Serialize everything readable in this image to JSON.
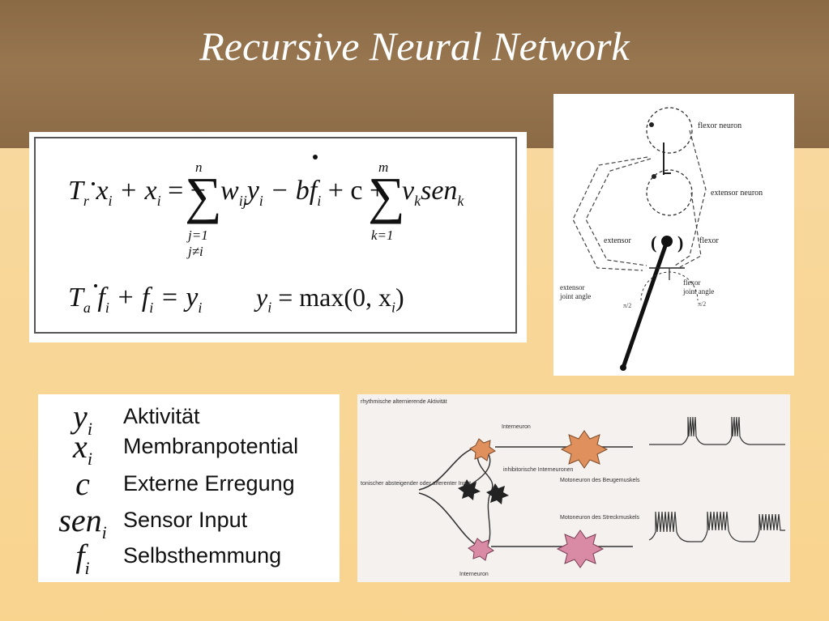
{
  "slide": {
    "title": "Recursive Neural Network"
  },
  "equations": {
    "eq1_lhs": "T",
    "eq1_lhs_sub": "r",
    "eq1_xdot": "x",
    "eq1_xdot_sub": "i",
    "eq1_plus_x": "+ x",
    "eq1_plus_x_sub": "i",
    "eq1_eq": "= −",
    "sum1_top": "n",
    "sum1_bottom1": "j=1",
    "sum1_bottom2": "j≠i",
    "eq1_term1": "w",
    "eq1_term1_sub": "ij",
    "eq1_y": "y",
    "eq1_y_sub": "i",
    "eq1_minus_bf": "− bf",
    "eq1_minus_bf_sub": "i",
    "eq1_plus_c": "+ c +",
    "sum2_top": "m",
    "sum2_bottom": "k=1",
    "eq1_v": "v",
    "eq1_v_sub": "k",
    "eq1_sen": "sen",
    "eq1_sen_sub": "k",
    "eq2_T": "T",
    "eq2_T_sub": "a",
    "eq2_fdot": "f",
    "eq2_fdot_sub": "i",
    "eq2_plus_f": "+ f",
    "eq2_plus_f_sub": "i",
    "eq2_eq_y": "= y",
    "eq2_eq_y_sub": "i",
    "eq3_y": "y",
    "eq3_y_sub": "i",
    "eq3_rhs": "= max(0, x",
    "eq3_rhs_sub": "i",
    "eq3_close": ")"
  },
  "figure_right": {
    "flexor_neuron": "flexor neuron",
    "extensor_neuron": "extensor neuron",
    "extensor": "extensor",
    "flexor": "flexor",
    "extensor_joint_angle_1": "extensor",
    "extensor_joint_angle_2": "joint angle",
    "flexor_joint_angle_1": "flexor",
    "flexor_joint_angle_2": "joint angle",
    "pi_half_left": "π/2",
    "pi_half_right": "π/2"
  },
  "legend": [
    {
      "symbol": "y",
      "sub": "i",
      "label": "Aktivität"
    },
    {
      "symbol": "x",
      "sub": "i",
      "label": "Membranpotential"
    },
    {
      "symbol": "c",
      "sub": "",
      "label": "Externe Erregung"
    },
    {
      "symbol": "sen",
      "sub": "i",
      "label": "Sensor Input"
    },
    {
      "symbol": "f",
      "sub": "i",
      "label": "Selbsthemmung"
    }
  ],
  "bio_figure": {
    "caption": "rhythmische alternierende Aktivität",
    "interneuron_top": "Interneuron",
    "inhibitory": "inhibitorische Interneuronen",
    "motor_flexor": "Motoneuron des Beugemuskels",
    "motor_extensor": "Motoneuron des Streckmuskels",
    "input_label": "tonischer absteigender oder afferenter Input",
    "interneuron_bottom": "Interneuron"
  },
  "colors": {
    "header": "#8f6f49",
    "background": "#f8d79a",
    "neuron_orange": "#e0905c",
    "neuron_pink": "#d98ba6"
  }
}
